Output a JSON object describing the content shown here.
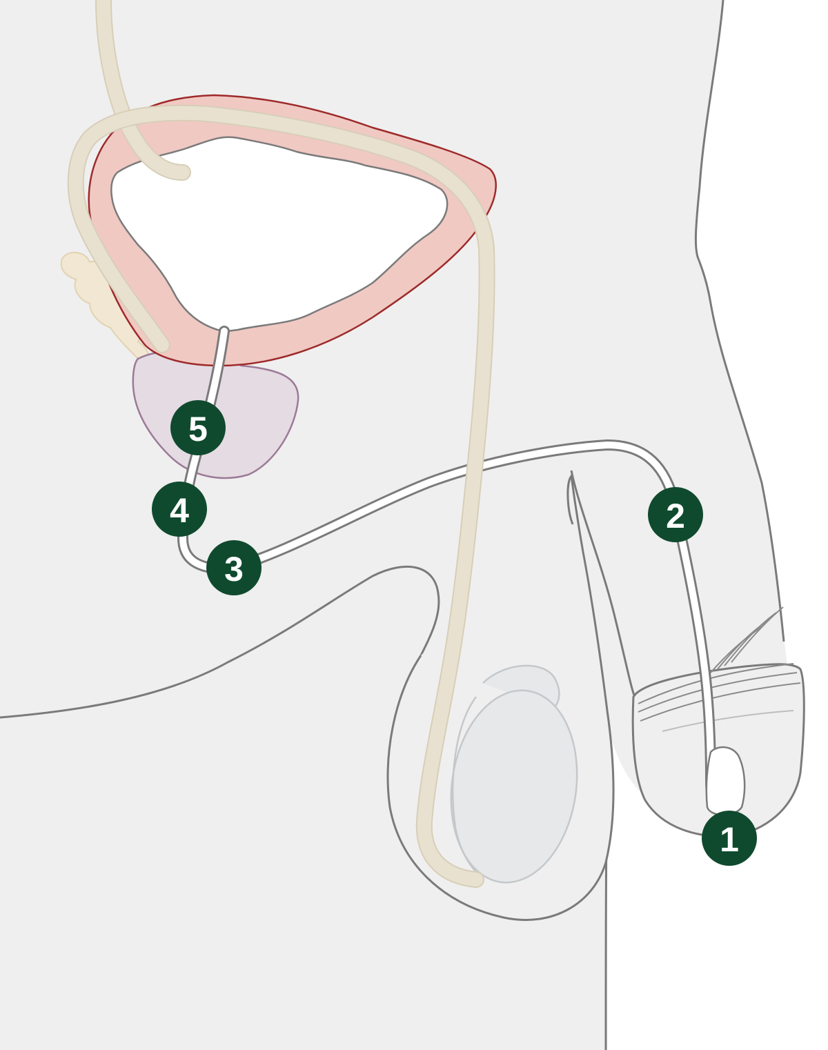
{
  "diagram": {
    "colors": {
      "background": "#ffffff",
      "body_fill": "#efefef",
      "outline": "#7a7a7a",
      "bladder_wall": "#f0c9c3",
      "bladder_wall_stroke": "#9e2a2a",
      "prostate": "#e5dbe3",
      "prostate_stroke": "#9b7a97",
      "vas_deferens": "#e8e1d0",
      "seminal_vesicle": "#f1e7d2",
      "urethra_fill": "#ffffff",
      "marker_fill": "#0f4a2e",
      "marker_text": "#ffffff"
    },
    "markers": [
      {
        "label": "1",
        "icon": "number-marker"
      },
      {
        "label": "2",
        "icon": "number-marker"
      },
      {
        "label": "3",
        "icon": "number-marker"
      },
      {
        "label": "4",
        "icon": "number-marker"
      },
      {
        "label": "5",
        "icon": "number-marker"
      }
    ]
  }
}
